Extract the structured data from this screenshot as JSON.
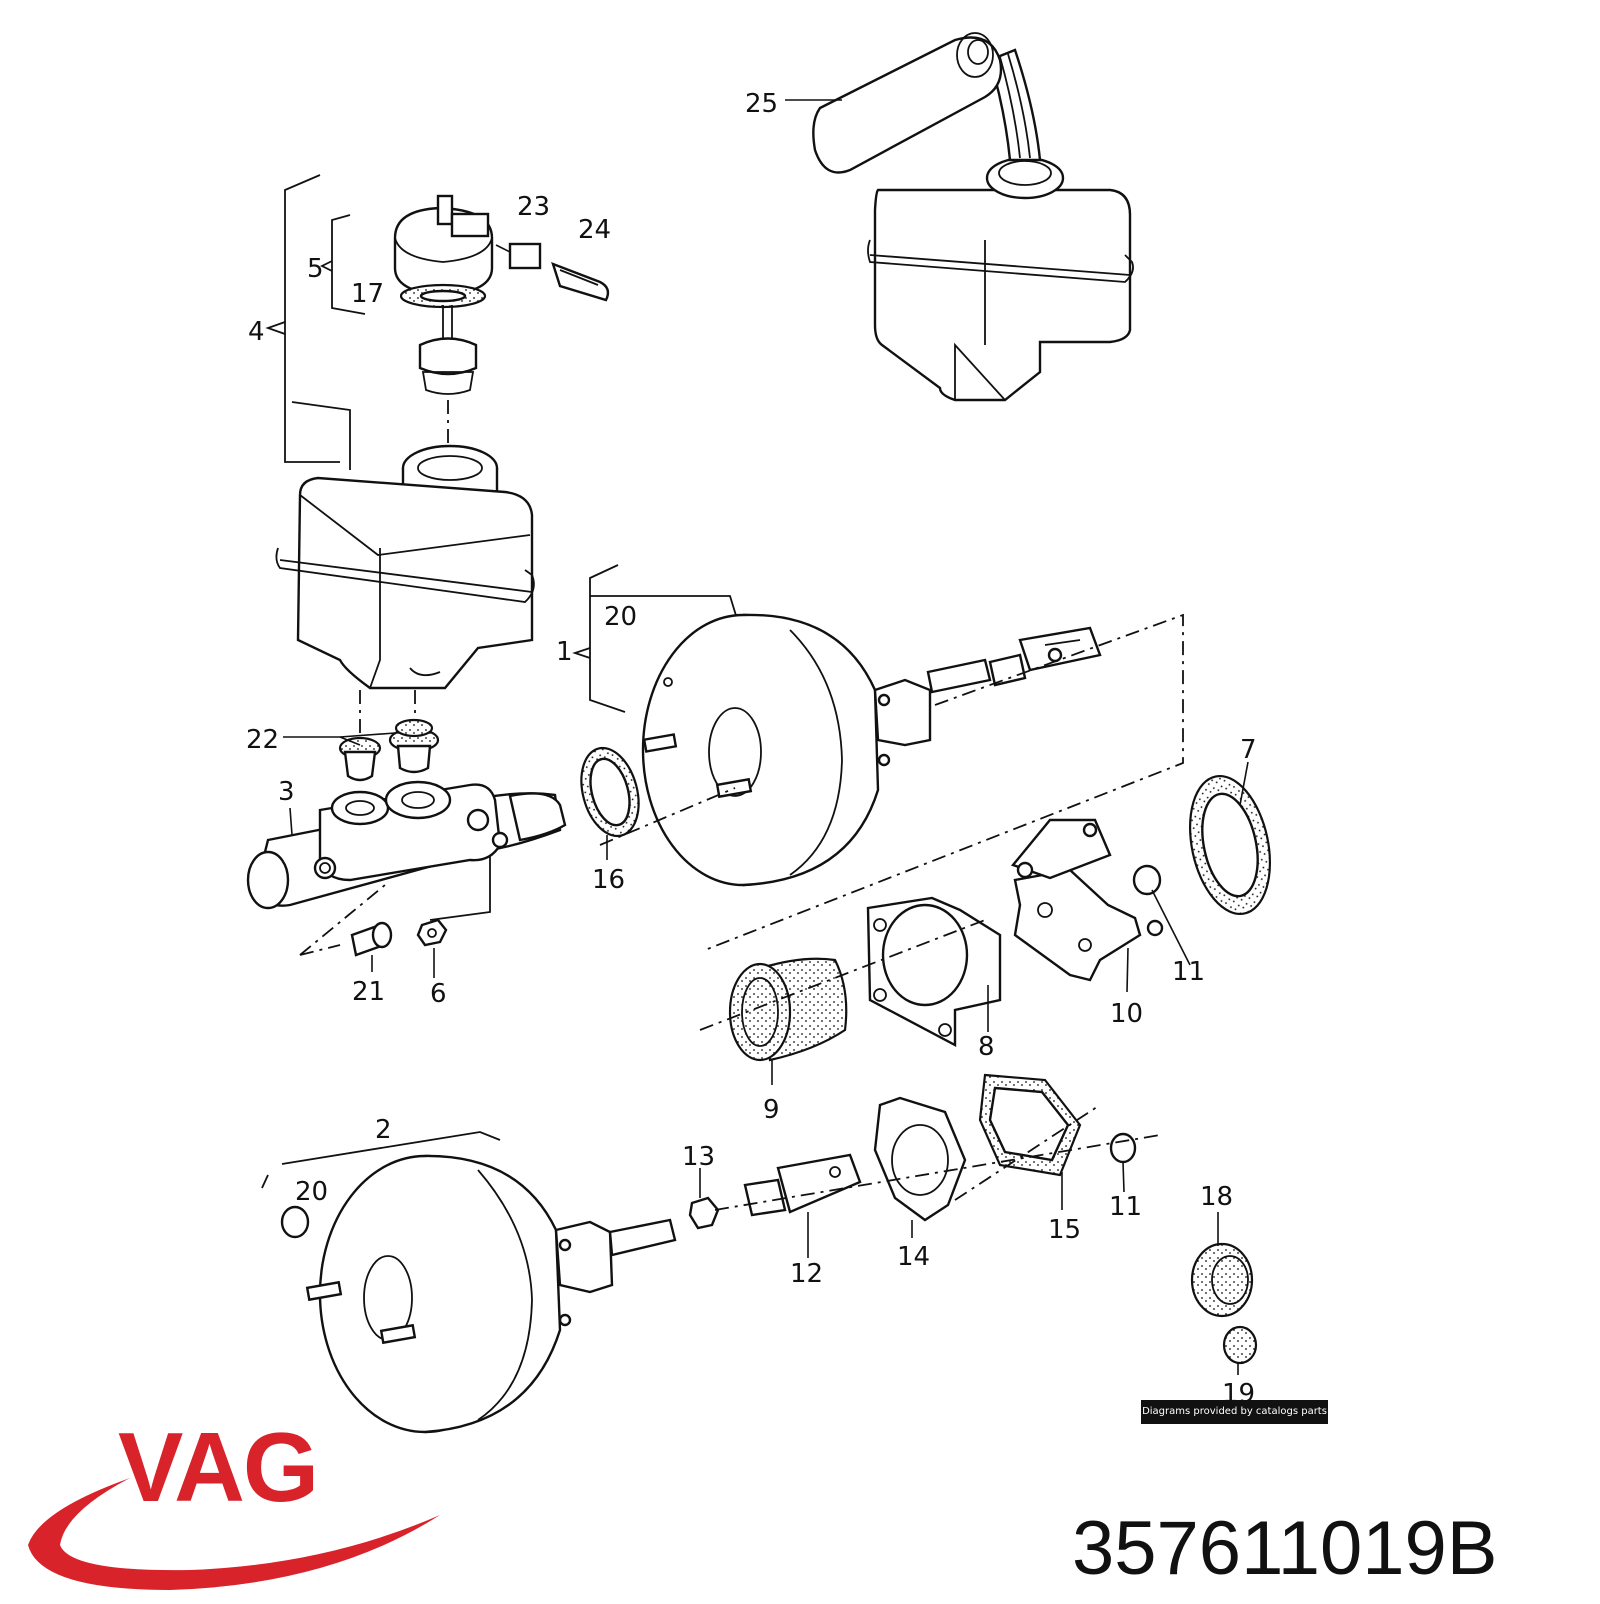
{
  "diagram": {
    "callouts": [
      "1",
      "2",
      "3",
      "4",
      "5",
      "6",
      "7",
      "8",
      "9",
      "10",
      "11",
      "11",
      "12",
      "13",
      "14",
      "15",
      "16",
      "17",
      "18",
      "19",
      "20",
      "20",
      "21",
      "22",
      "23",
      "24",
      "25"
    ]
  },
  "credit": "Diagrams provided by catalogs parts",
  "brand": {
    "name": "VAG",
    "color": "#d8232a"
  },
  "part_number": "357611019B",
  "colors": {
    "ink": "#111111",
    "background": "#ffffff"
  }
}
